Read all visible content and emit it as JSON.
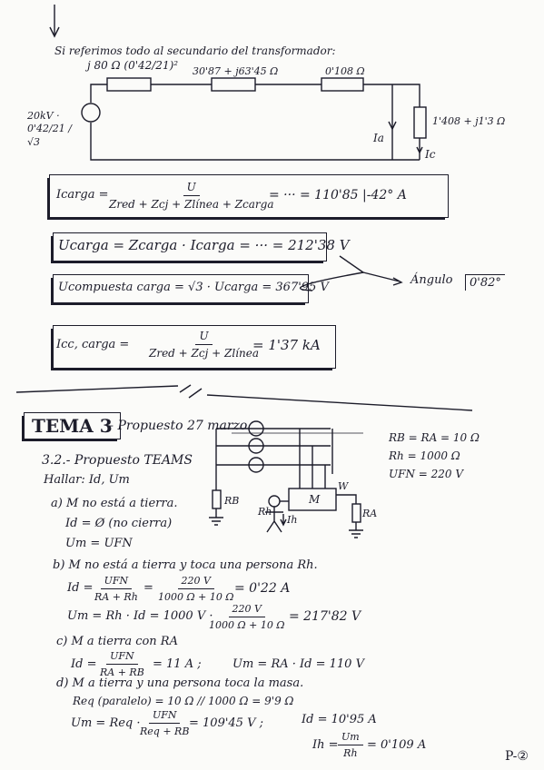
{
  "intro": "Si referimos todo al secundario del transformador:",
  "circuit1": {
    "z_trafo": "j 80 Ω (0'42/21)²",
    "z_line": "30'87 + j63'45 Ω",
    "z_small": "0'108 Ω",
    "z_load": "1'408 + j1'3 Ω",
    "source_label": "20kV · 0'42/21 / √3",
    "i_a": "Ia",
    "i_c": "Ic"
  },
  "eq_icarga": {
    "lhs": "Icarga =",
    "num": "U",
    "den": "Zred + Zcj + Zlínea + Zcarga",
    "rhs": "= ··· = 110'85 |-42°  A"
  },
  "eq_ucarga": "Ucarga = Zcarga · Icarga = ··· = 212'38 V",
  "eq_ucomp": "Ucompuesta carga = √3 · Ucarga = 367'95 V",
  "angle_note": {
    "label": "Ángulo",
    "value": "0'82°"
  },
  "eq_icc": {
    "lhs": "Icc, carga =",
    "num": "U",
    "den": "Zred + Zcj + Zlínea",
    "rhs": "= 1'37 kA"
  },
  "tema": {
    "label": "TEMA 3",
    "subtitle": "– Propuesto 27 marzo"
  },
  "section": {
    "label": "3.2.- Propuesto TEAMS",
    "hallar": "Hallar: Id, Um"
  },
  "given": [
    "RB = RA = 10 Ω",
    "Rh = 1000 Ω",
    "UFN = 220 V"
  ],
  "circuit2": {
    "rb": "RB",
    "rh": "Rh",
    "ra": "RA",
    "m": "M",
    "ih": "Ih",
    "w": "W"
  },
  "part_a": {
    "title": "a) M no está a tierra.",
    "l1": "Id = Ø (no cierra)",
    "l2": "Um = UFN"
  },
  "part_b": {
    "title": "b) M no está a tierra y toca una persona Rh.",
    "id_lhs": "Id =",
    "id_num": "UFN",
    "id_den": "RA + Rh",
    "id_eq": "=",
    "id_num2": "220 V",
    "id_den2": "1000 Ω + 10 Ω",
    "id_res": "= 0'22 A",
    "um_lhs": "Um = Rh · Id = 1000 V ·",
    "um_num": "220 V",
    "um_den": "1000 Ω + 10 Ω",
    "um_res": "= 217'82 V"
  },
  "part_c": {
    "title": "c) M a tierra con RA",
    "id_lhs": "Id =",
    "id_num": "UFN",
    "id_den": "RA + RB",
    "id_res": "= 11 A ;",
    "um": "Um = RA · Id = 110 V"
  },
  "part_d": {
    "title": "d) M a tierra y una persona toca la masa.",
    "req": "Req (paralelo) = 10 Ω // 1000 Ω = 9'9 Ω",
    "um_lhs": "Um = Req ·",
    "um_num": "UFN",
    "um_den": "Req + RB",
    "um_res": "= 109'45 V ;",
    "id": "Id = 10'95 A",
    "ih_lhs": "Ih =",
    "ih_num": "Um",
    "ih_den": "Rh",
    "ih_res": "= 0'109 A"
  },
  "page": "P-②"
}
